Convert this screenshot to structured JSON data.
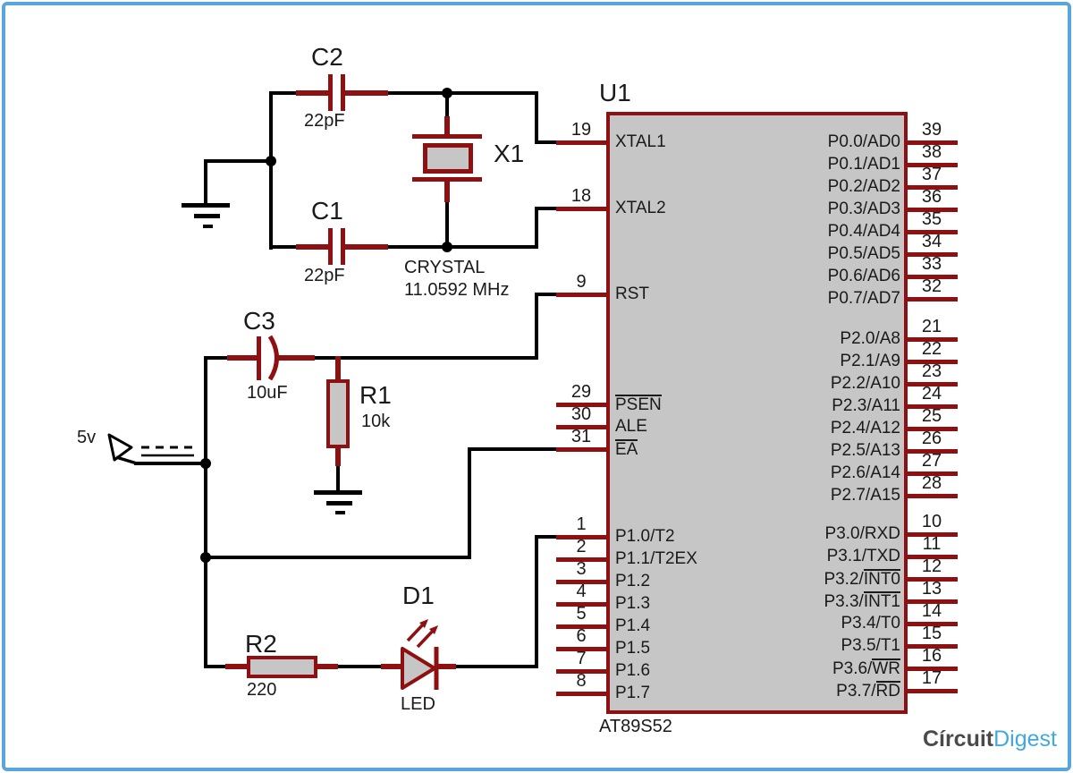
{
  "colors": {
    "component": "#8e1010",
    "wire": "#000000",
    "body_fill": "#c6c6c6",
    "frame_blue": "#56a8dc",
    "logo_gray": "#4a4a4a",
    "logo_blue": "#3fa9e0"
  },
  "chip": {
    "ref": "U1",
    "part": "AT89S52",
    "left_pins": [
      {
        "num": "19",
        "pre": "XTAL1",
        "over": ""
      },
      {
        "num": "18",
        "pre": "XTAL2",
        "over": ""
      },
      {
        "num": "9",
        "pre": "RST",
        "over": ""
      },
      {
        "num": "29",
        "pre": "",
        "over": "PSEN"
      },
      {
        "num": "30",
        "pre": "ALE",
        "over": ""
      },
      {
        "num": "31",
        "pre": "",
        "over": "EA"
      },
      {
        "num": "1",
        "pre": "P1.0/T2",
        "over": ""
      },
      {
        "num": "2",
        "pre": "P1.1/T2EX",
        "over": ""
      },
      {
        "num": "3",
        "pre": "P1.2",
        "over": ""
      },
      {
        "num": "4",
        "pre": "P1.3",
        "over": ""
      },
      {
        "num": "5",
        "pre": "P1.4",
        "over": ""
      },
      {
        "num": "6",
        "pre": "P1.5",
        "over": ""
      },
      {
        "num": "7",
        "pre": "P1.6",
        "over": ""
      },
      {
        "num": "8",
        "pre": "P1.7",
        "over": ""
      }
    ],
    "right_pins": [
      {
        "num": "39",
        "pre": "P0.0/AD0",
        "over": ""
      },
      {
        "num": "38",
        "pre": "P0.1/AD1",
        "over": ""
      },
      {
        "num": "37",
        "pre": "P0.2/AD2",
        "over": ""
      },
      {
        "num": "36",
        "pre": "P0.3/AD3",
        "over": ""
      },
      {
        "num": "35",
        "pre": "P0.4/AD4",
        "over": ""
      },
      {
        "num": "34",
        "pre": "P0.5/AD5",
        "over": ""
      },
      {
        "num": "33",
        "pre": "P0.6/AD6",
        "over": ""
      },
      {
        "num": "32",
        "pre": "P0.7/AD7",
        "over": ""
      },
      {
        "num": "21",
        "pre": "P2.0/A8",
        "over": ""
      },
      {
        "num": "22",
        "pre": "P2.1/A9",
        "over": ""
      },
      {
        "num": "23",
        "pre": "P2.2/A10",
        "over": ""
      },
      {
        "num": "24",
        "pre": "P2.3/A11",
        "over": ""
      },
      {
        "num": "25",
        "pre": "P2.4/A12",
        "over": ""
      },
      {
        "num": "26",
        "pre": "P2.5/A13",
        "over": ""
      },
      {
        "num": "27",
        "pre": "P2.6/A14",
        "over": ""
      },
      {
        "num": "28",
        "pre": "P2.7/A15",
        "over": ""
      },
      {
        "num": "10",
        "pre": "P3.0/RXD",
        "over": ""
      },
      {
        "num": "11",
        "pre": "P3.1/TXD",
        "over": ""
      },
      {
        "num": "12",
        "pre": "P3.2/",
        "over": "INT0"
      },
      {
        "num": "13",
        "pre": "P3.3/",
        "over": "INT1"
      },
      {
        "num": "14",
        "pre": "P3.4/T0",
        "over": ""
      },
      {
        "num": "15",
        "pre": "P3.5/T1",
        "over": ""
      },
      {
        "num": "16",
        "pre": "P3.6/",
        "over": "WR"
      },
      {
        "num": "17",
        "pre": "P3.7/",
        "over": "RD"
      }
    ]
  },
  "components": {
    "c2": {
      "ref": "C2",
      "value": "22pF"
    },
    "c1": {
      "ref": "C1",
      "value": "22pF"
    },
    "x1": {
      "ref": "X1",
      "value_line1": "CRYSTAL",
      "value_line2": "11.0592 MHz"
    },
    "c3": {
      "ref": "C3",
      "value": "10uF"
    },
    "r1": {
      "ref": "R1",
      "value": "10k"
    },
    "r2": {
      "ref": "R2",
      "value": "220"
    },
    "d1": {
      "ref": "D1",
      "value": "LED"
    },
    "power": {
      "label": "5v"
    }
  },
  "logo": {
    "part1": "Círcuit",
    "part2": "Digest"
  }
}
